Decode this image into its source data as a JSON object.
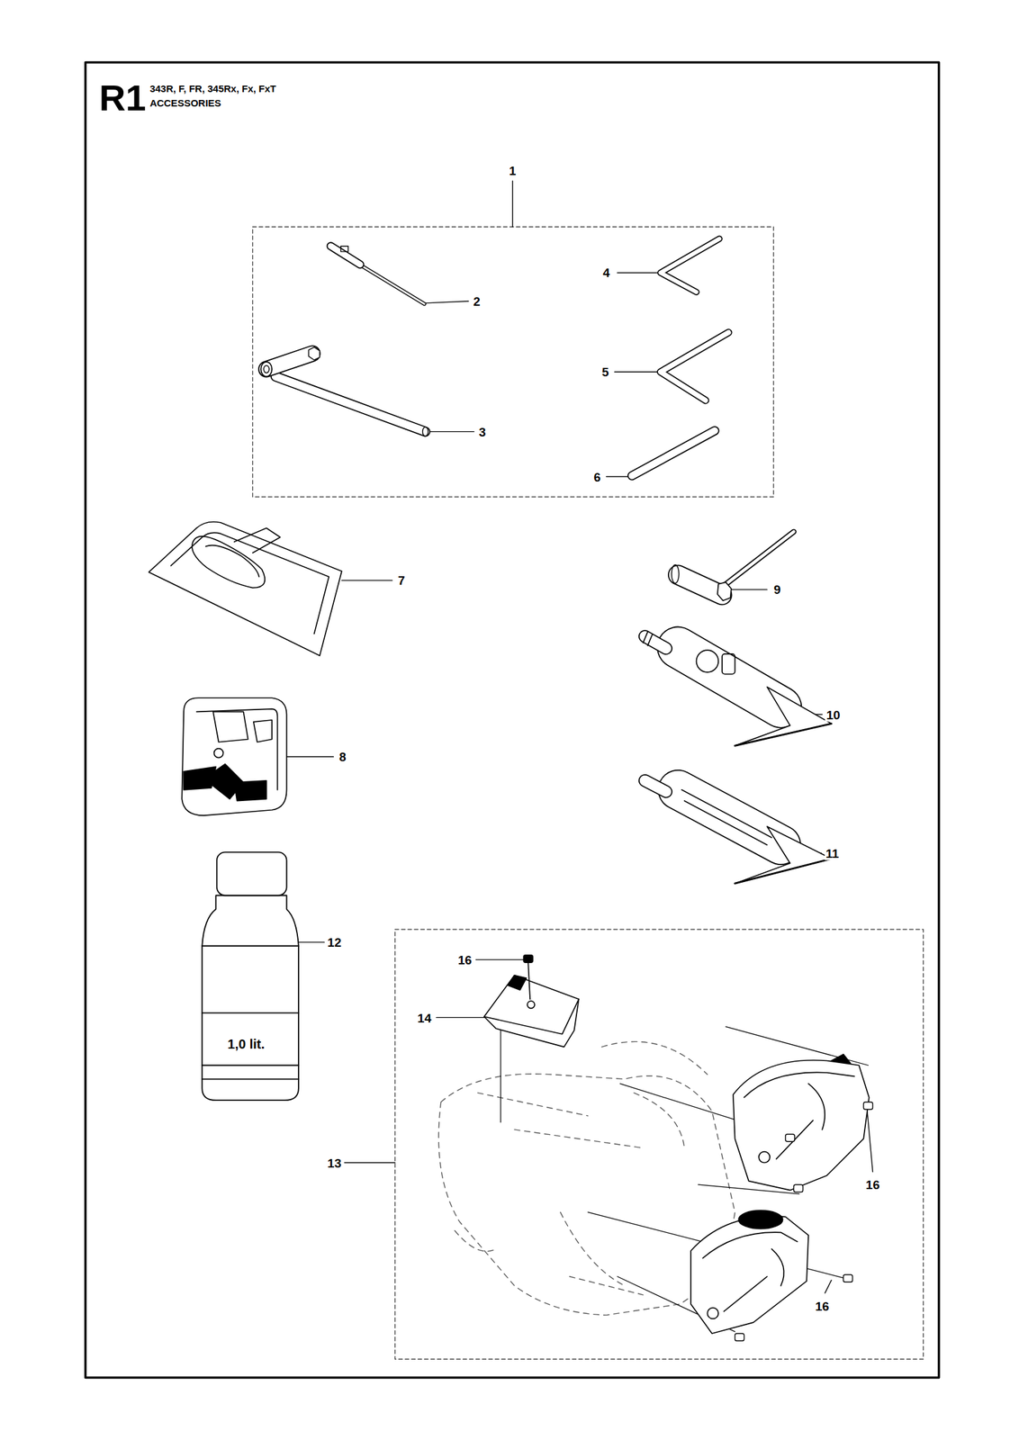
{
  "diagram": {
    "title": "R1",
    "labels": [
      "343R, F, FR, 345Rx, Fx, FxT",
      "ACCESSORIES",
      "1",
      "2",
      "3",
      "4",
      "5",
      "6",
      "7",
      "8",
      "9",
      "10",
      "11",
      "12",
      "16",
      "14",
      "13",
      "16",
      "16",
      "1,0 lit."
    ]
  }
}
